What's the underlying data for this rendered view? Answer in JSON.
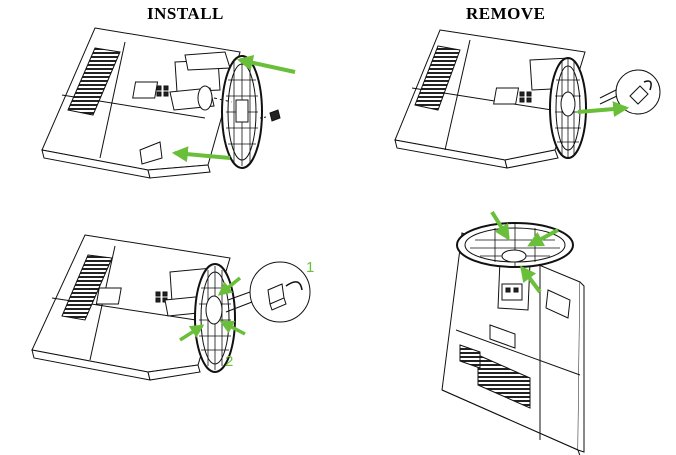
{
  "headings": {
    "install": "INSTALL",
    "remove": "REMOVE"
  },
  "step_labels": {
    "one": "1",
    "two": "2"
  },
  "colors": {
    "arrow": "#6abf3a",
    "line": "#111111",
    "vent": "#222222"
  }
}
